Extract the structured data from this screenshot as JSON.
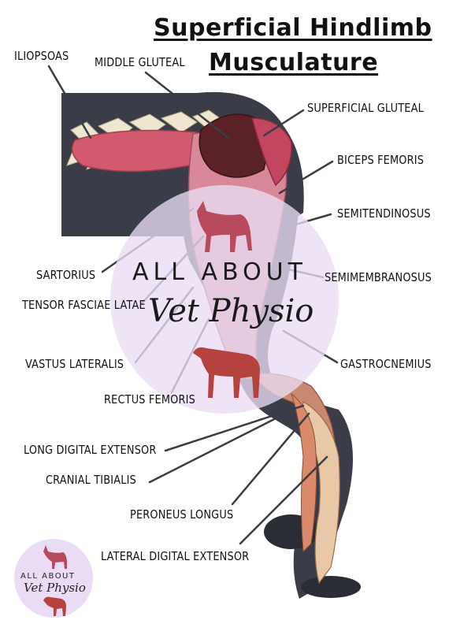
{
  "title": {
    "line1": "Superficial Hindlimb",
    "line2": "Musculature"
  },
  "labels": {
    "iliopsoas": "ILIOPSOAS",
    "middle_gluteal": "MIDDLE GLUTEAL",
    "superficial_gluteal": "SUPERFICIAL GLUTEAL",
    "biceps_femoris": "BICEPS FEMORIS",
    "semitendinosus": "SEMITENDINOSUS",
    "sartorius": "SARTORIUS",
    "semimembranosus": "SEMIMEMBRANOSUS",
    "tensor_fasciae_latae": "TENSOR FASCIAE LATAE",
    "vastus_lateralis": "VASTUS LATERALIS",
    "gastrocnemius": "GASTROCNEMIUS",
    "rectus_femoris": "RECTUS FEMORIS",
    "long_digital_extensor": "LONG DIGITAL EXTENSOR",
    "cranial_tibialis": "CRANIAL TIBIALIS",
    "peroneus_longus": "PERONEUS LONGUS",
    "lateral_digital_extensor": "LATERAL DIGITAL EXTENSOR"
  },
  "watermark": {
    "line1": "ALL ABOUT",
    "line2": "Vet Physio"
  },
  "logo": {
    "line1": "ALL ABOUT",
    "line2": "Vet Physio"
  }
}
